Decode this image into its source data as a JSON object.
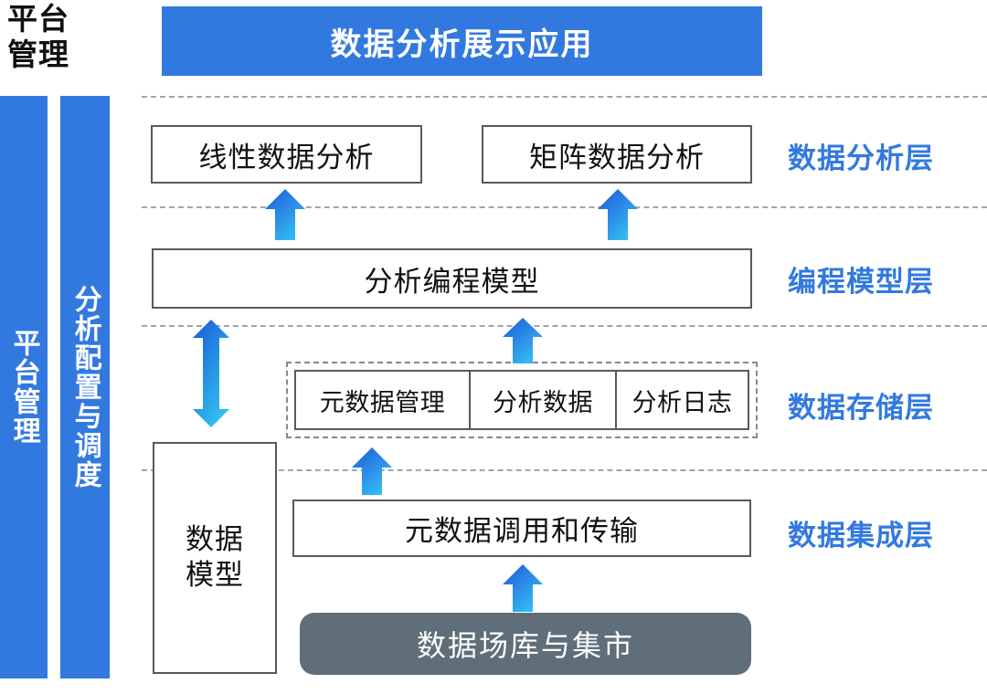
{
  "diagram": {
    "title": "数据分析展示应用",
    "platform_caption": "平台\n管理",
    "colors": {
      "brand_blue": "#3279DF",
      "gradient_start": "#1C63D6",
      "gradient_end": "#33C6F4",
      "box_border": "#595959",
      "divider": "#9AA7B4",
      "lake_gray": "#5F6E79"
    }
  },
  "sidebars": [
    {
      "id": "platform-management",
      "label": "平台管理"
    },
    {
      "id": "analysis-config-scheduling",
      "label": "分析配置与调度"
    }
  ],
  "banner": {
    "label": "数据分析展示应用"
  },
  "layer_labels": [
    {
      "id": "analysis",
      "label": "数据分析层"
    },
    {
      "id": "programming-model",
      "label": "编程模型层"
    },
    {
      "id": "storage",
      "label": "数据存储层"
    },
    {
      "id": "integration",
      "label": "数据集成层"
    }
  ],
  "analysis_layer": {
    "boxes": [
      {
        "id": "linear-analysis",
        "label": "线性数据分析"
      },
      {
        "id": "matrix-analysis",
        "label": "矩阵数据分析"
      }
    ]
  },
  "programming_layer": {
    "box": {
      "id": "analysis-programming-model",
      "label": "分析编程模型"
    }
  },
  "storage_layer": {
    "cells": [
      {
        "id": "metadata-management",
        "label": "元数据管理"
      },
      {
        "id": "analysis-data",
        "label": "分析数据"
      },
      {
        "id": "analysis-log",
        "label": "分析日志"
      }
    ]
  },
  "integration_layer": {
    "box": {
      "id": "metadata-call-transfer",
      "label": "元数据调用和传输"
    },
    "source": {
      "id": "data-warehouse-mart",
      "label": "数据场库与集市"
    }
  },
  "side_node": {
    "id": "data-model",
    "label": "数据\n模型",
    "line1": "数据",
    "line2": "模型"
  },
  "arrows": [
    {
      "id": "arrow-to-linear-analysis",
      "direction": "up"
    },
    {
      "id": "arrow-to-matrix-analysis",
      "direction": "up"
    },
    {
      "id": "arrow-datamodel-to-programming",
      "direction": "both"
    },
    {
      "id": "arrow-storage-to-programming",
      "direction": "up"
    },
    {
      "id": "arrow-integration-to-storage",
      "direction": "up"
    },
    {
      "id": "arrow-lake-to-integration",
      "direction": "up"
    }
  ]
}
